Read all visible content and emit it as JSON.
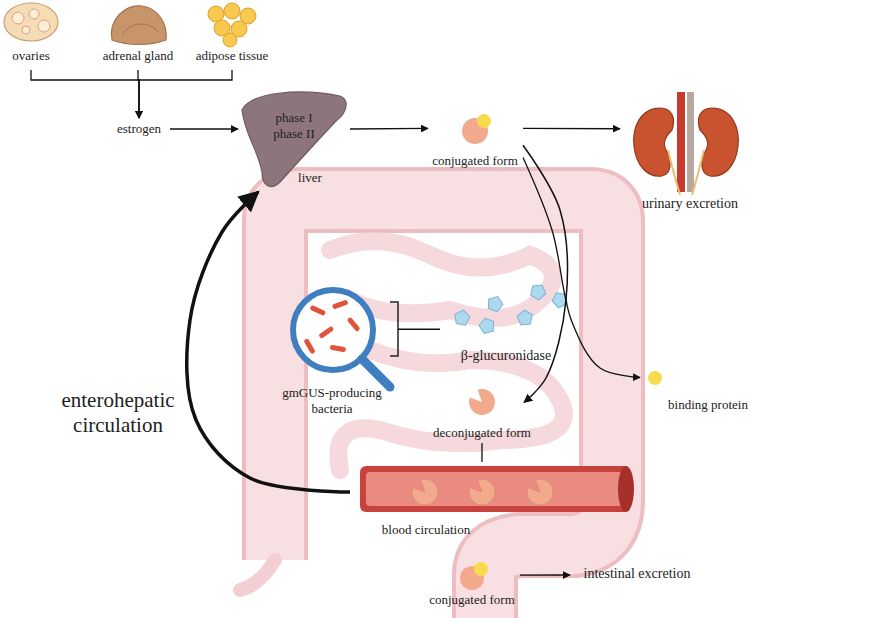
{
  "diagram": {
    "nodes": [
      {
        "text": [
          "ovaries"
        ]
      },
      {
        "text": [
          "adrenal gland"
        ]
      },
      {
        "text": [
          "adipose tissue"
        ]
      },
      {
        "text": [
          "estrogen"
        ]
      },
      {
        "text": [
          "phase I phase II",
          "liver"
        ]
      },
      {
        "text": [
          "conjugated form"
        ]
      },
      {
        "text": [
          "urinary excretion"
        ]
      },
      {
        "text": [
          "gmGUS-producing bacteria"
        ]
      },
      {
        "text": [
          "β-glucuronidase"
        ]
      },
      {
        "text": [
          "deconjugated form"
        ]
      },
      {
        "text": [
          "binding protein"
        ]
      },
      {
        "text": [
          "blood circulation"
        ]
      },
      {
        "text": [
          "conjugated form"
        ]
      },
      {
        "text": [
          "intestinal excretion"
        ]
      }
    ],
    "edges": [
      {
        "from": 0,
        "to": 3,
        "arrow": "to"
      },
      {
        "from": 1,
        "to": 3,
        "arrow": "to"
      },
      {
        "from": 2,
        "to": 3,
        "arrow": "to"
      },
      {
        "from": 3,
        "to": 4,
        "arrow": "to"
      },
      {
        "from": 4,
        "to": 5,
        "arrow": "to"
      },
      {
        "from": 5,
        "to": 6,
        "arrow": "to"
      },
      {
        "from": 7,
        "to": 8,
        "arrow": "none"
      },
      {
        "from": 5,
        "to": 9,
        "arrow": "to"
      },
      {
        "from": 5,
        "to": 10,
        "arrow": "to"
      },
      {
        "from": 9,
        "to": 11,
        "arrow": "none"
      },
      {
        "from": 11,
        "to": 4,
        "arrow": "to",
        "label": "enterohepatic circulation"
      },
      {
        "from": 12,
        "to": 13,
        "arrow": "to"
      }
    ]
  }
}
